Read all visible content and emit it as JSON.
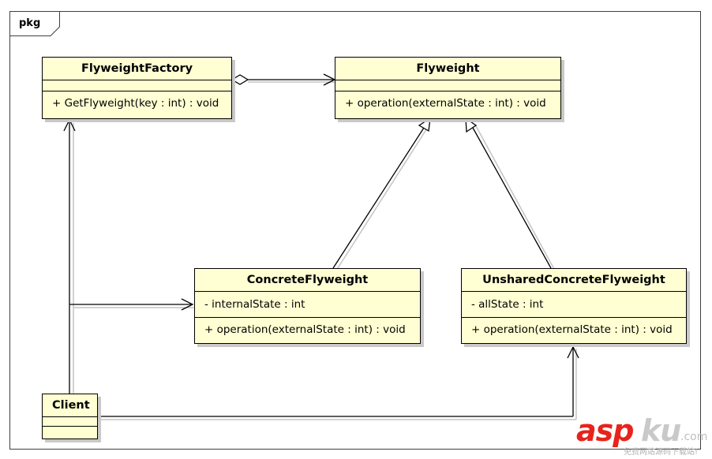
{
  "package": {
    "label": "pkg"
  },
  "classes": {
    "flyweight_factory": {
      "name": "FlyweightFactory",
      "attributes": [],
      "operations": [
        "+ GetFlyweight(key : int) : void"
      ]
    },
    "flyweight": {
      "name": "Flyweight",
      "attributes": [],
      "operations": [
        "+ operation(externalState : int) : void"
      ]
    },
    "concrete_flyweight": {
      "name": "ConcreteFlyweight",
      "attributes": [
        "- internalState : int"
      ],
      "operations": [
        "+ operation(externalState : int) : void"
      ]
    },
    "unshared_concrete_flyweight": {
      "name": "UnsharedConcreteFlyweight",
      "attributes": [
        "- allState : int"
      ],
      "operations": [
        "+ operation(externalState : int) : void"
      ]
    },
    "client": {
      "name": "Client",
      "attributes": [],
      "operations": []
    }
  },
  "relationships": [
    {
      "type": "aggregation",
      "from": "FlyweightFactory",
      "to": "Flyweight"
    },
    {
      "type": "generalization",
      "from": "ConcreteFlyweight",
      "to": "Flyweight"
    },
    {
      "type": "generalization",
      "from": "UnsharedConcreteFlyweight",
      "to": "Flyweight"
    },
    {
      "type": "association",
      "from": "Client",
      "to": "FlyweightFactory"
    },
    {
      "type": "association",
      "from": "Client",
      "to": "ConcreteFlyweight"
    },
    {
      "type": "association",
      "from": "Client",
      "to": "UnsharedConcreteFlyweight"
    }
  ],
  "watermark": {
    "brand_red": "asp",
    "brand_gray": "ku",
    "domain": ".com",
    "subtitle": "免费网站源码下载站!"
  },
  "colors": {
    "class_fill": "#ffffd3",
    "shadow": "#c9c9c9",
    "watermark_red": "#e8231b"
  }
}
